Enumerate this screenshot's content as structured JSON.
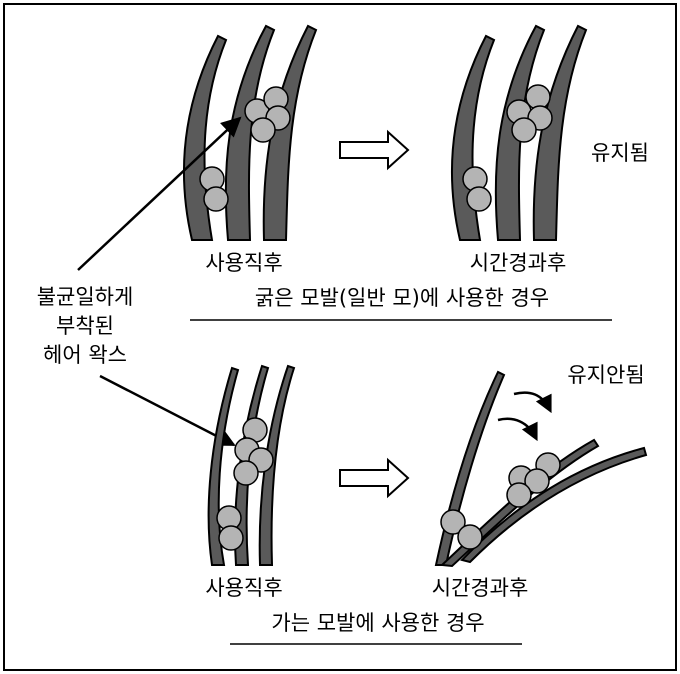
{
  "top_panel": {
    "before_label": "사용직후",
    "after_label": "시간경과후",
    "result_label": "유지됨",
    "caption": "굵은 모발(일반 모)에 사용한 경우"
  },
  "bottom_panel": {
    "before_label": "사용직후",
    "after_label": "시간경과후",
    "result_label": "유지안됨",
    "caption": "가는 모발에 사용한 경우"
  },
  "callout": {
    "lines": [
      "불균일하게",
      "부착된",
      "헤어 왁스"
    ]
  },
  "colors": {
    "hair_fill": "#5a5a5a",
    "hair_stroke": "#000000",
    "wax_fill": "#b4b4b4",
    "frame": "#000000"
  }
}
